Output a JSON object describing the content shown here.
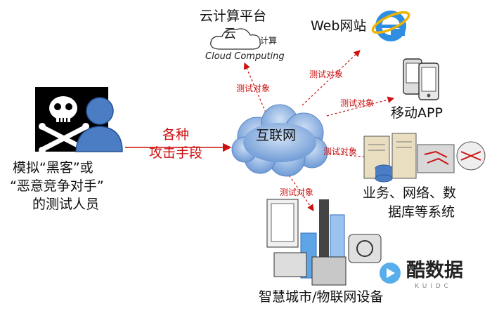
{
  "nodes": {
    "cloud_platform": "云计算平台",
    "cloud_logo_char": "云",
    "cloud_logo_side": "计算",
    "cloud_logo_en": "Cloud Computing",
    "web": "Web网站",
    "mobile": "移动APP",
    "internet": "互联网",
    "systems_line1": "业务、网络、数",
    "systems_line2": "据库等系统",
    "smart_city": "智慧城市/物联网设备",
    "tester_line1": "模拟“黑客”或",
    "tester_line2": "“恶意竞争对手”",
    "tester_line3": "的测试人员"
  },
  "edges": {
    "attack_line1": "各种",
    "attack_line2": "攻击手段",
    "test_cloud": "测试对象",
    "test_web": "测试对象",
    "test_mobile": "测试对象",
    "test_systems": "测试对象",
    "test_smart": "测试对象"
  },
  "watermark": {
    "brand": "酷数据",
    "sub": "K U I D C"
  },
  "colors": {
    "arrow": "#cc1111",
    "cloud": "#6f9bd6",
    "hacker_bg": "#000000",
    "person": "#4a7dc4"
  }
}
